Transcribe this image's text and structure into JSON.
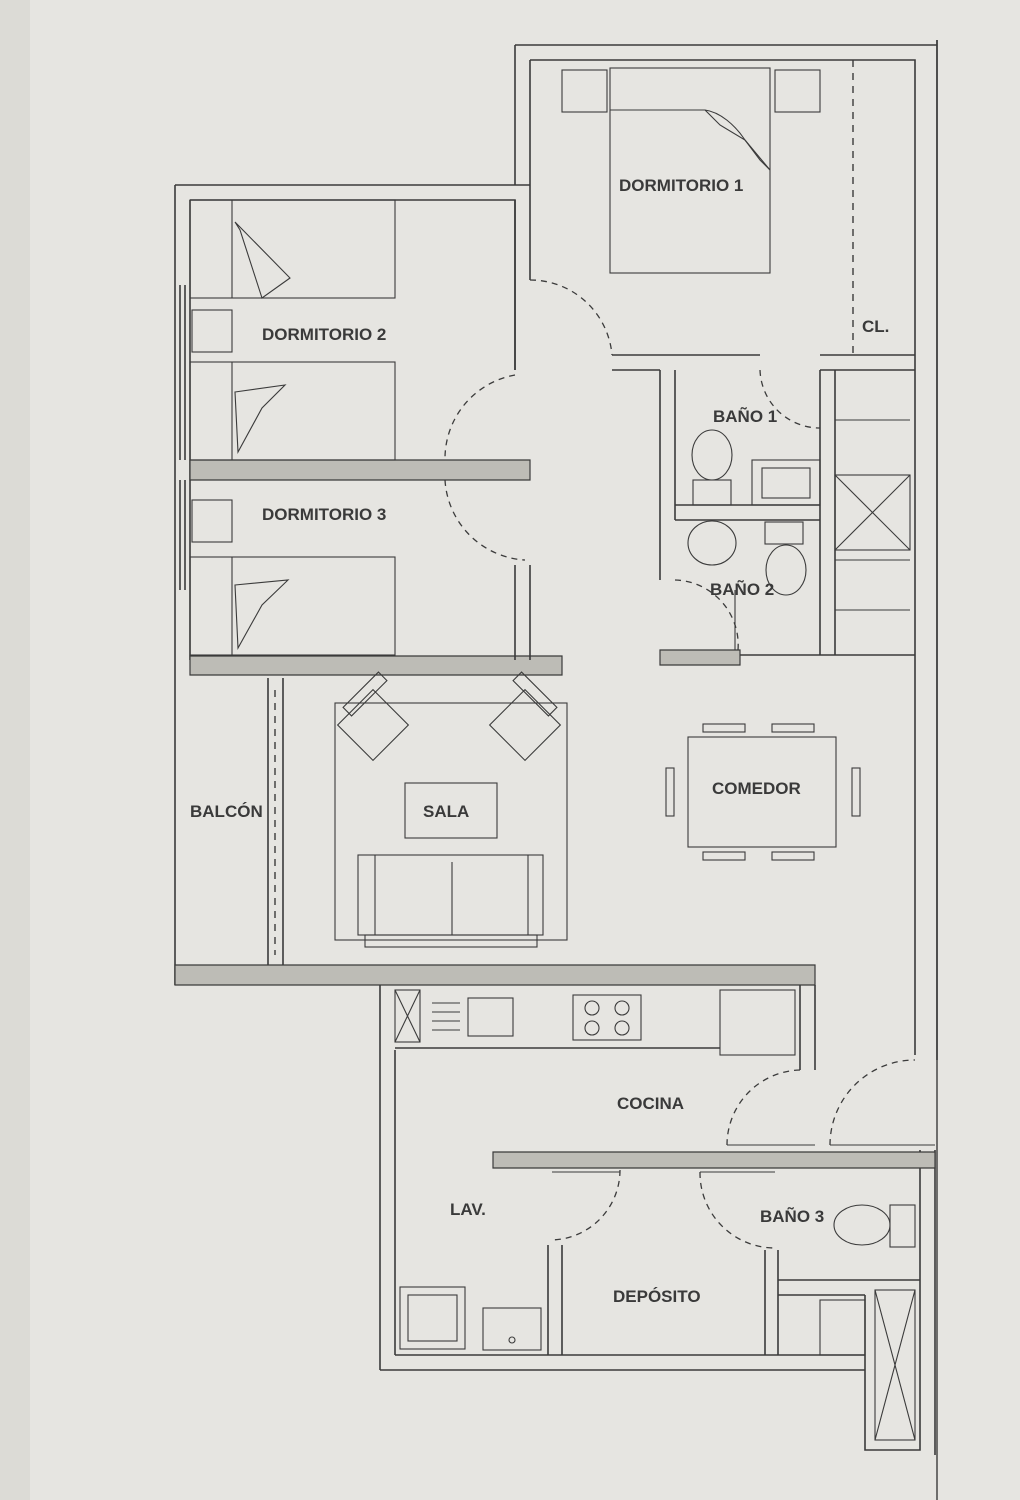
{
  "rooms": {
    "dormitorio_1": "DORMITORIO 1",
    "closet": "CL.",
    "dormitorio_2": "DORMITORIO 2",
    "dormitorio_3": "DORMITORIO 3",
    "bano_1": "BAÑO 1",
    "bano_2": "BAÑO 2",
    "sala": "SALA",
    "balcon": "BALCÓN",
    "comedor": "COMEDOR",
    "cocina": "COCINA",
    "lavanderia": "LAV.",
    "deposito": "DEPÓSITO",
    "bano_3": "BAÑO 3"
  },
  "colors": {
    "paper": "#e6e5e1",
    "line": "#3b3b3b",
    "background": "#dcdbd6"
  }
}
